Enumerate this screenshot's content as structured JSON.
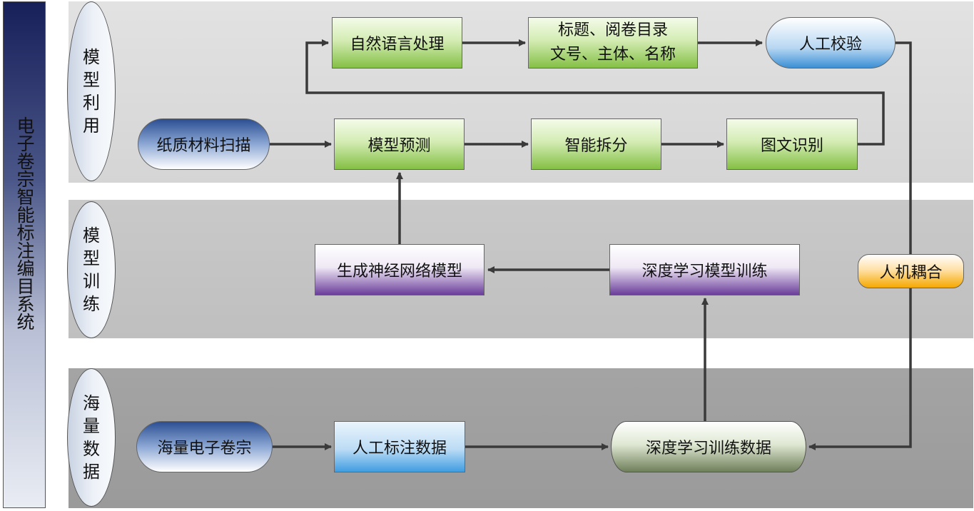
{
  "system_title": "电子卷宗智能标注编目系统",
  "lanes": {
    "usage": "模型利用",
    "training": "模型训练",
    "data": "海量数据"
  },
  "nodes": {
    "nlp": "自然语言处理",
    "catalog_line1": "标题、阅卷目录",
    "catalog_line2": "文号、主体、名称",
    "manual_check": "人工校验",
    "paper_scan": "纸质材料扫描",
    "model_predict": "模型预测",
    "smart_split": "智能拆分",
    "ocr": "图文识别",
    "gen_model": "生成神经网络模型",
    "dl_training": "深度学习模型训练",
    "human_machine": "人机耦合",
    "mass_files": "海量电子卷宗",
    "manual_label": "人工标注数据",
    "dl_data": "深度学习训练数据"
  },
  "colors": {
    "arrow": "#3a3a3a",
    "green_box": "#84c045",
    "purple_box": "#6a3d9a",
    "blue_box": "#3f9de0",
    "orange_pill": "#f5a800"
  }
}
